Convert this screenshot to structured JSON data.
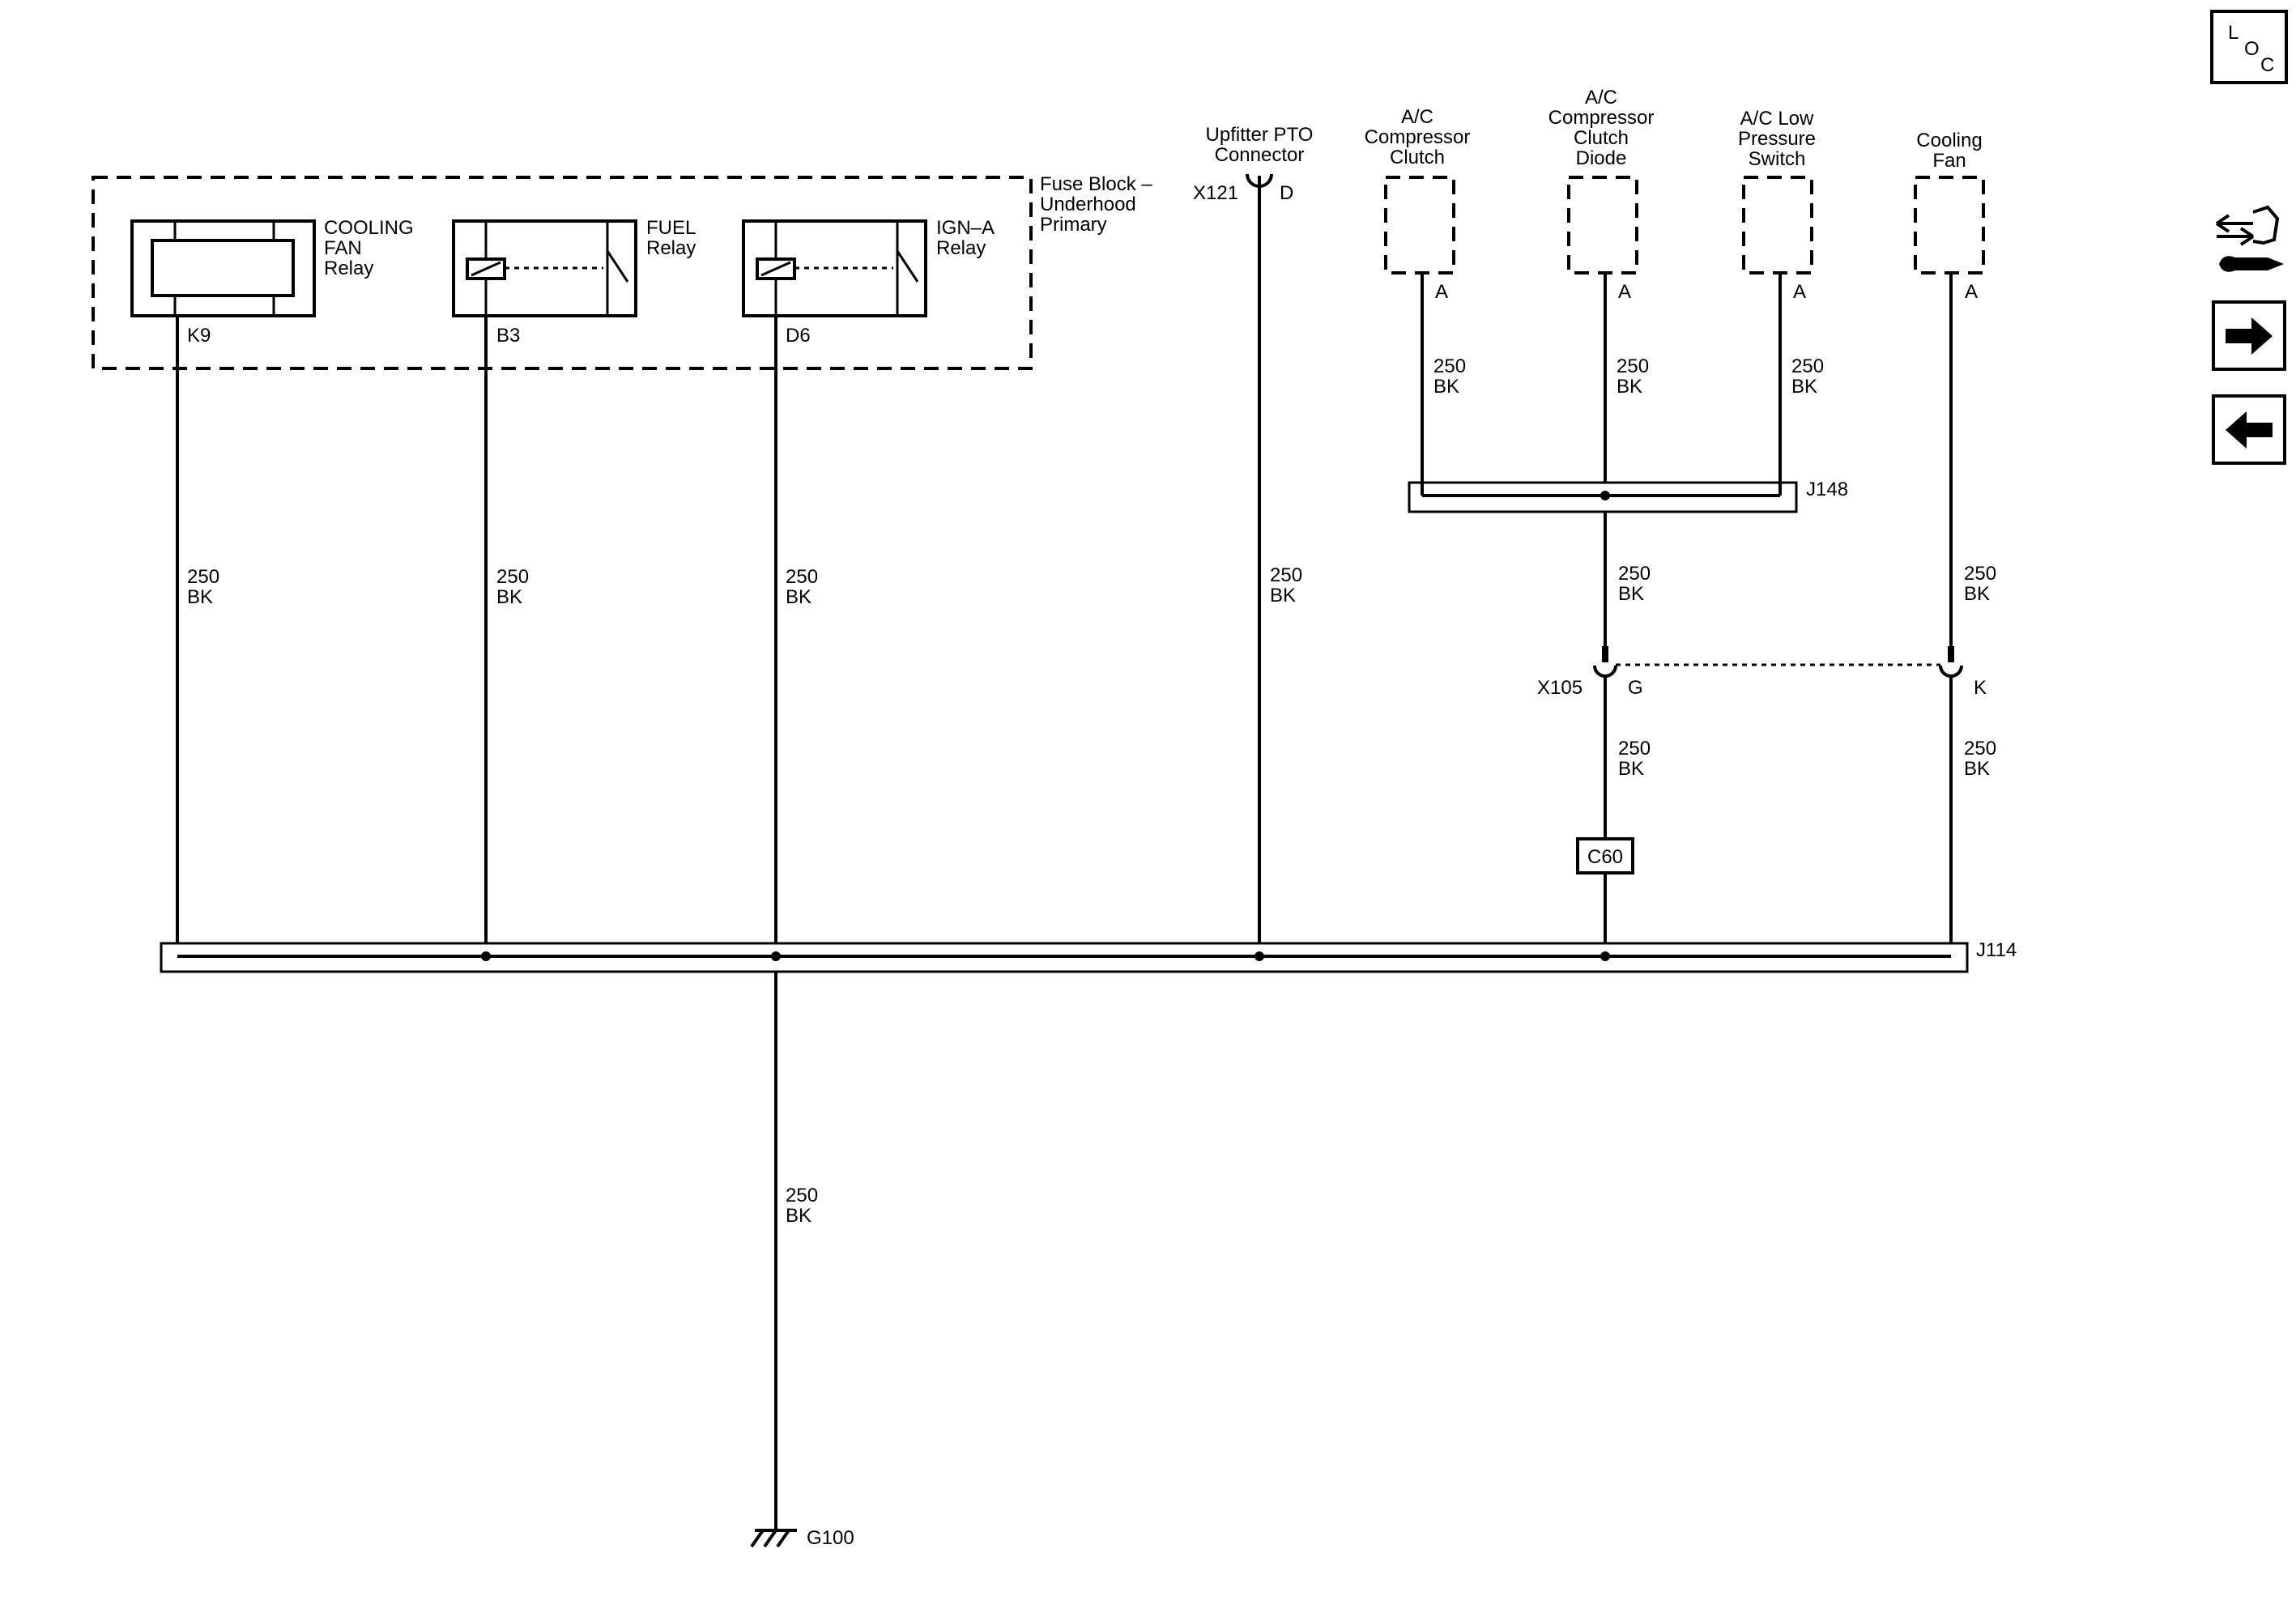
{
  "fuse_block": {
    "label": [
      "Fuse Block –",
      "Underhood",
      "Primary"
    ]
  },
  "relays": {
    "cooling_fan": {
      "label": [
        "COOLING",
        "FAN",
        "Relay"
      ],
      "pin": "K9"
    },
    "fuel": {
      "label": [
        "FUEL",
        "Relay"
      ],
      "pin": "B3"
    },
    "ign_a": {
      "label": [
        "IGN–A",
        "Relay"
      ],
      "pin": "D6"
    }
  },
  "upfitter": {
    "label": [
      "Upfitter PTO",
      "Connector"
    ],
    "connector": "X121",
    "pin": "D"
  },
  "components": {
    "ac_clutch": {
      "label": [
        "A/C",
        "Compressor",
        "Clutch"
      ],
      "pin": "A"
    },
    "ac_diode": {
      "label": [
        "A/C",
        "Compressor",
        "Clutch",
        "Diode"
      ],
      "pin": "A"
    },
    "ac_switch": {
      "label": [
        "A/C Low",
        "Pressure",
        "Switch"
      ],
      "pin": "A"
    },
    "cooling_fan": {
      "label": [
        "Cooling",
        "Fan"
      ],
      "pin": "A"
    }
  },
  "wire": {
    "gauge": "250",
    "color": "BK"
  },
  "splices": {
    "j148": "J148",
    "j114": "J114"
  },
  "inline_connector": {
    "name": "X105",
    "pin_g": "G",
    "pin_k": "K"
  },
  "c60": "C60",
  "ground": "G100",
  "nav": {
    "loc_letters": [
      "L",
      "O",
      "C"
    ],
    "icons": [
      "connector-tool-icon",
      "next-arrow-icon",
      "previous-arrow-icon"
    ]
  }
}
